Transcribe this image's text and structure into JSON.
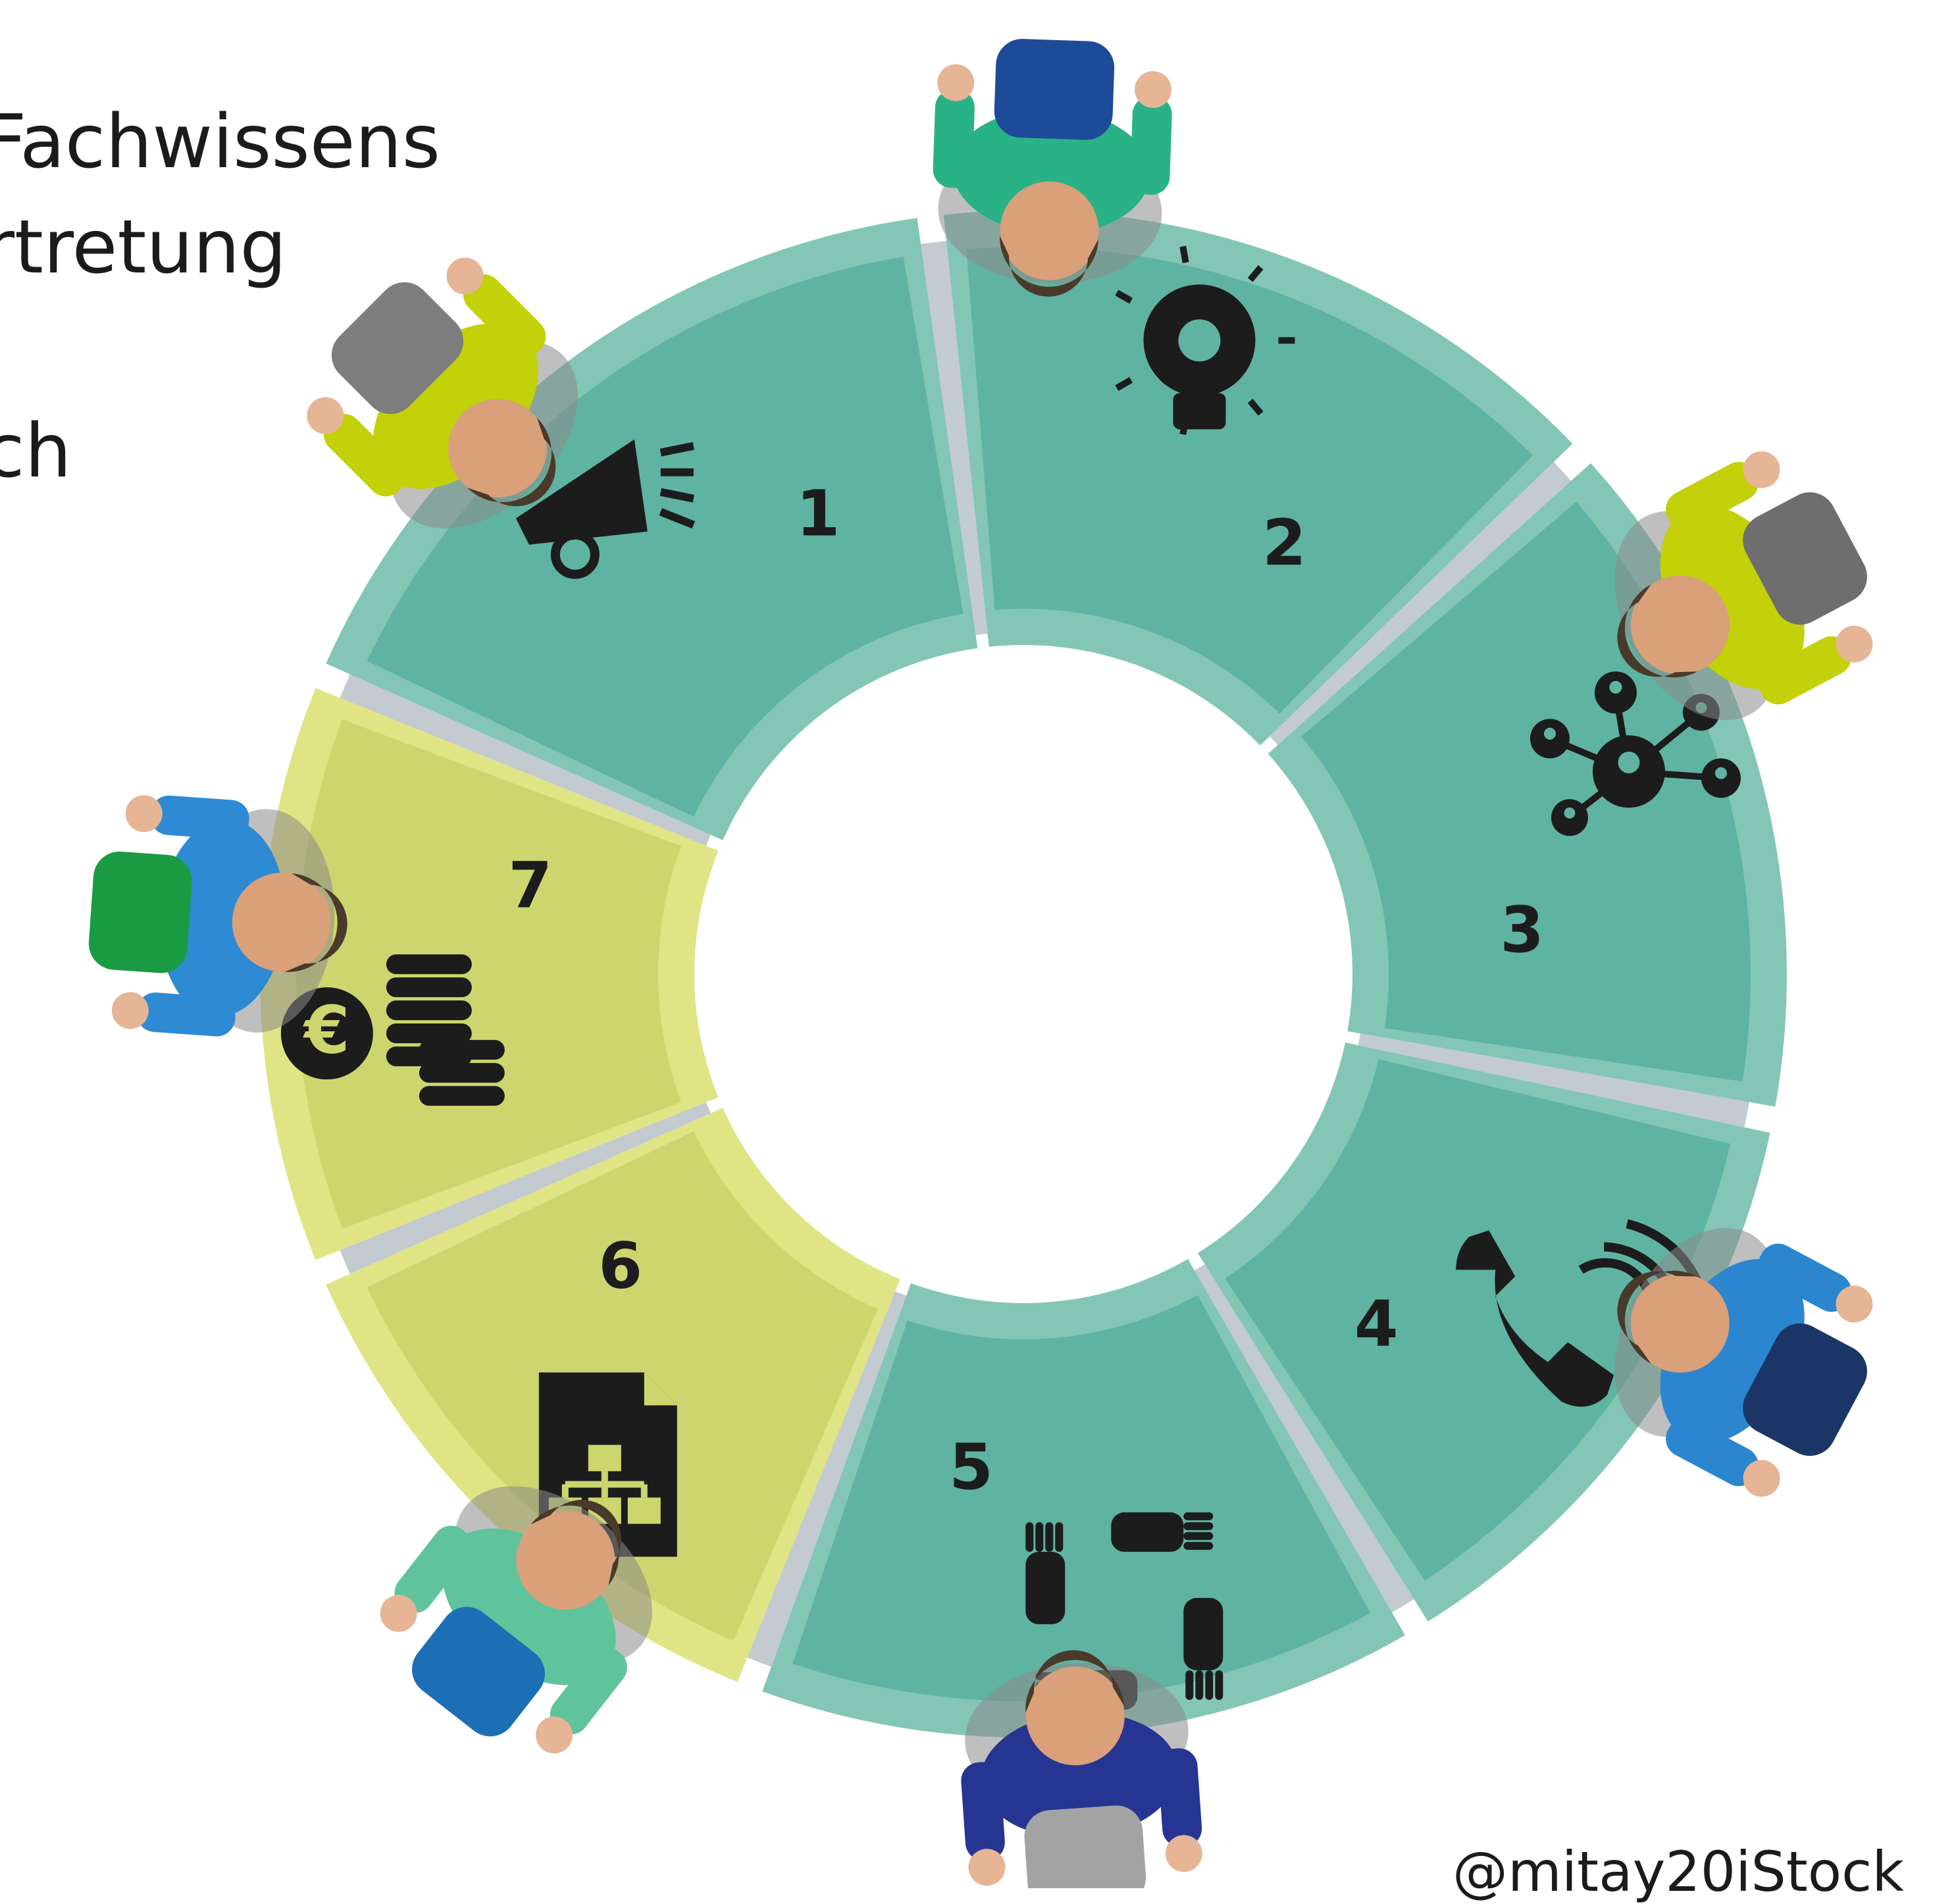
{
  "text_lines": {
    "line1": "Fachwissens",
    "line2": "rtretung",
    "line3": "ch"
  },
  "credit": "@mitay20iStock",
  "colors": {
    "teal": "#5fb3a3",
    "teal_border": "#83c6b6",
    "yellow": "#cdd66e",
    "yellow_border": "#e0e484",
    "separator": "#c3cad0",
    "icon": "#1c1c1c"
  },
  "segments": [
    {
      "number": "1",
      "icon": "megaphone-icon",
      "color": "teal"
    },
    {
      "number": "2",
      "icon": "lightbulb-gear-icon",
      "color": "teal"
    },
    {
      "number": "3",
      "icon": "network-people-icon",
      "color": "teal"
    },
    {
      "number": "4",
      "icon": "phone-call-icon",
      "color": "teal"
    },
    {
      "number": "5",
      "icon": "hands-circle-icon",
      "color": "teal"
    },
    {
      "number": "6",
      "icon": "document-chart-icon",
      "color": "yellow"
    },
    {
      "number": "7",
      "icon": "euro-coins-icon",
      "color": "yellow"
    }
  ],
  "people": [
    "person-wheelchair-top",
    "person-standing-top",
    "person-walker-right",
    "person-wheelchair-right",
    "person-wheelchair-bottom",
    "person-wheelchair-bottom-left",
    "person-wheelchair-left"
  ]
}
